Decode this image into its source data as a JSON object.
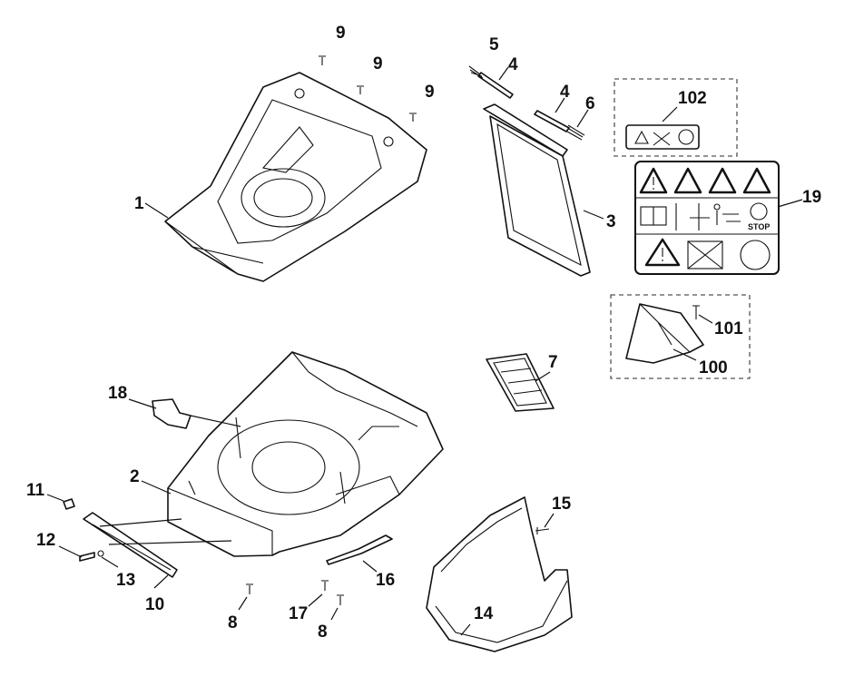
{
  "labels": {
    "p1": "1",
    "p2": "2",
    "p3": "3",
    "p4a": "4",
    "p4b": "4",
    "p5": "5",
    "p6": "6",
    "p7": "7",
    "p8a": "8",
    "p8b": "8",
    "p9a": "9",
    "p9b": "9",
    "p9c": "9",
    "p10": "10",
    "p11": "11",
    "p12": "12",
    "p13": "13",
    "p14": "14",
    "p15": "15",
    "p16": "16",
    "p17": "17",
    "p18": "18",
    "p19": "19",
    "p100": "100",
    "p101": "101",
    "p102": "102"
  },
  "decal": {
    "stop_text": "STOP"
  },
  "colors": {
    "line": "#111111",
    "dash_box": "#555555",
    "background": "#ffffff"
  },
  "icons": [
    "warning-triangle-icon",
    "manual-book-icon",
    "stop-rotor-icon",
    "hand-blade-icon"
  ]
}
